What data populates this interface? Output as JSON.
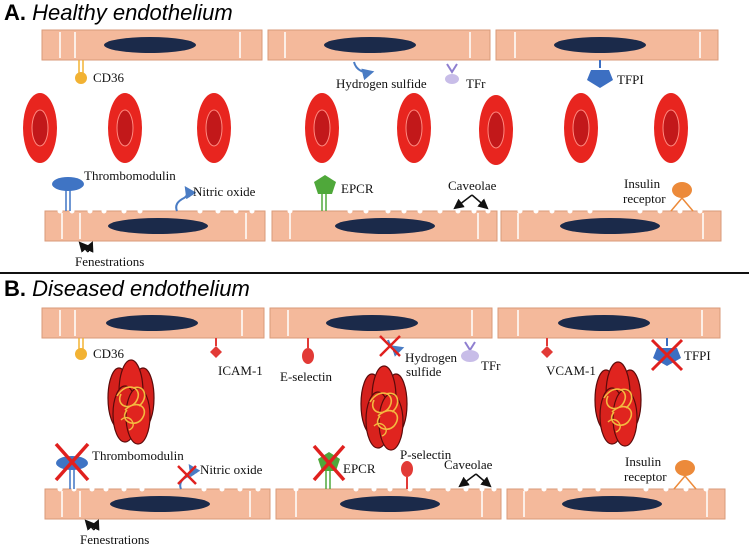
{
  "panel_a": {
    "letter": "A.",
    "title": "Healthy endothelium",
    "labels": {
      "cd36": "CD36",
      "hydrogen_sulfide": "Hydrogen sulfide",
      "tfr": "TFr",
      "tfpi": "TFPI",
      "thrombomodulin": "Thrombomodulin",
      "nitric_oxide": "Nitric oxide",
      "epcr": "EPCR",
      "caveolae": "Caveolae",
      "insulin_receptor_1": "Insulin",
      "insulin_receptor_2": "receptor",
      "fenestrations": "Fenestrations"
    }
  },
  "panel_b": {
    "letter": "B.",
    "title": "Diseased endothelium",
    "labels": {
      "cd36": "CD36",
      "icam1": "ICAM-1",
      "e_selectin": "E-selectin",
      "hydrogen_sulfide_1": "Hydrogen",
      "hydrogen_sulfide_2": "sulfide",
      "tfr": "TFr",
      "vcam1": "VCAM-1",
      "tfpi": "TFPI",
      "thrombomodulin": "Thrombomodulin",
      "nitric_oxide": "Nitric oxide",
      "epcr": "EPCR",
      "p_selectin": "P-selectin",
      "caveolae": "Caveolae",
      "insulin_receptor_1": "Insulin",
      "insulin_receptor_2": "receptor",
      "fenestrations": "Fenestrations"
    }
  },
  "colors": {
    "cell_fill": "#f4b99b",
    "cell_stroke": "#d99a7a",
    "nucleus": "#1b2a4a",
    "rbc_outer": "#e8251f",
    "rbc_inner": "#c2181a",
    "cd36": "#f2b233",
    "tfpi": "#3c6fc2",
    "thrombomodulin": "#3f74c4",
    "epcr": "#4fa83a",
    "insulin_receptor": "#ec8a3a",
    "adhesion": "#e23a36",
    "tfr": "#8f7fd0",
    "cross": "#e0201e",
    "arrow": "#4a7cc4"
  }
}
